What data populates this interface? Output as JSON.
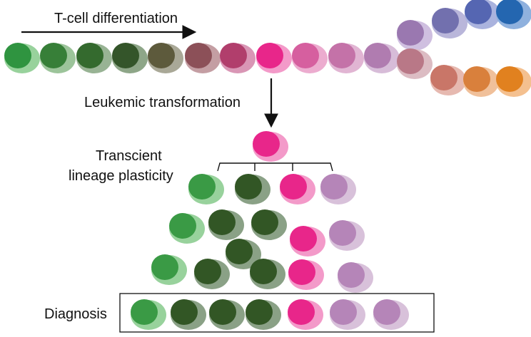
{
  "labels": {
    "differentiation": "T-cell differentiation",
    "transformation": "Leukemic transformation",
    "plasticity_line1": "Transcient",
    "plasticity_line2": "lineage plasticity",
    "diagnosis": "Diagnosis"
  },
  "colors": {
    "green": "#3a9a45",
    "green_halo": "#98d29c",
    "dark_green": "#325625",
    "dark_green_halo": "#8aa186",
    "pink": "#e8268a",
    "pink_halo": "#f39ac9",
    "mauve": "#b585b8",
    "mauve_halo": "#d8c1da",
    "ink": "#111111"
  },
  "cells": {
    "differentiation": [
      {
        "fill": "#2f9440",
        "halo": "#98d29c"
      },
      {
        "fill": "#377f38",
        "halo": "#9cc49a"
      },
      {
        "fill": "#346a2e",
        "halo": "#98b394"
      },
      {
        "fill": "#34552a",
        "halo": "#8ea688"
      },
      {
        "fill": "#5d5a3c",
        "halo": "#a9a897"
      },
      {
        "fill": "#8c5058",
        "halo": "#c49ea3"
      },
      {
        "fill": "#b13e6c",
        "halo": "#d996b5"
      },
      {
        "fill": "#e8268a",
        "halo": "#f39ac9"
      },
      {
        "fill": "#d65f9f",
        "halo": "#ecaccf"
      },
      {
        "fill": "#c472a8",
        "halo": "#e1b5d3"
      },
      {
        "fill": "#b07cb0",
        "halo": "#d7bcd8"
      }
    ],
    "upper_branch": [
      {
        "fill": "#9a78b0",
        "halo": "#cfbfe0"
      },
      {
        "fill": "#7270ae",
        "halo": "#b9b6da"
      },
      {
        "fill": "#5566b2",
        "halo": "#aab3de"
      },
      {
        "fill": "#2466b0",
        "halo": "#8fb1de"
      }
    ],
    "lower_branch": [
      {
        "fill": "#b97887",
        "halo": "#dcbcc3"
      },
      {
        "fill": "#c97668",
        "halo": "#e6b9b0"
      },
      {
        "fill": "#d9803c",
        "halo": "#f0c09a"
      },
      {
        "fill": "#e1811f",
        "halo": "#f4c08f"
      }
    ]
  }
}
